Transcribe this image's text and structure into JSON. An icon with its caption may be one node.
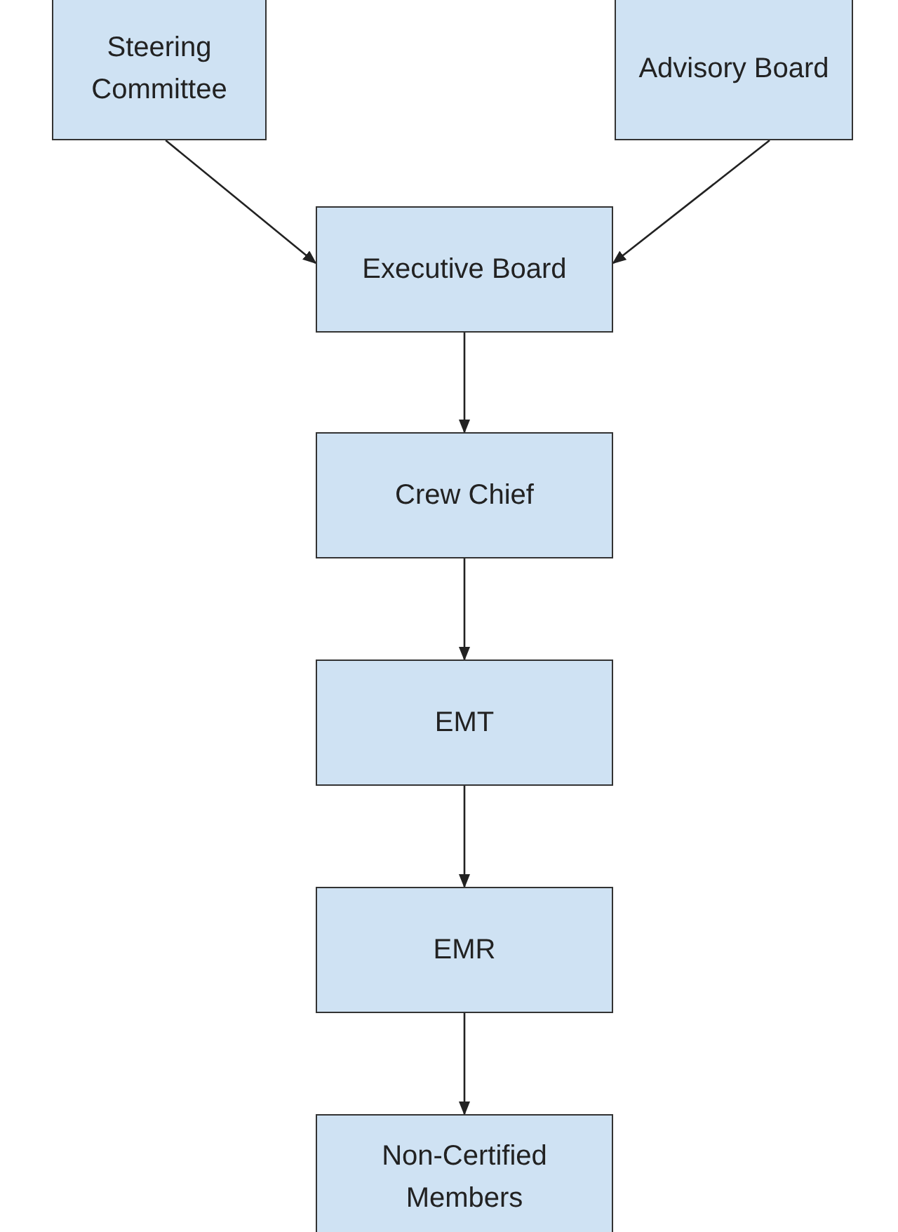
{
  "diagram": {
    "nodes": [
      {
        "text": [
          "Steering Committee"
        ]
      },
      {
        "text": [
          "Advisory Board"
        ]
      },
      {
        "text": [
          "Executive Board"
        ]
      },
      {
        "text": [
          "Crew Chief"
        ]
      },
      {
        "text": [
          "EMT"
        ]
      },
      {
        "text": [
          "EMR"
        ]
      },
      {
        "text": [
          "Non-Certified Members"
        ]
      }
    ],
    "edges": [
      {
        "from": 0,
        "to": 2,
        "arrow": "to"
      },
      {
        "from": 1,
        "to": 2,
        "arrow": "to"
      },
      {
        "from": 2,
        "to": 3,
        "arrow": "to"
      },
      {
        "from": 3,
        "to": 4,
        "arrow": "to"
      },
      {
        "from": 4,
        "to": 5,
        "arrow": "to"
      },
      {
        "from": 5,
        "to": 6,
        "arrow": "to"
      }
    ]
  }
}
